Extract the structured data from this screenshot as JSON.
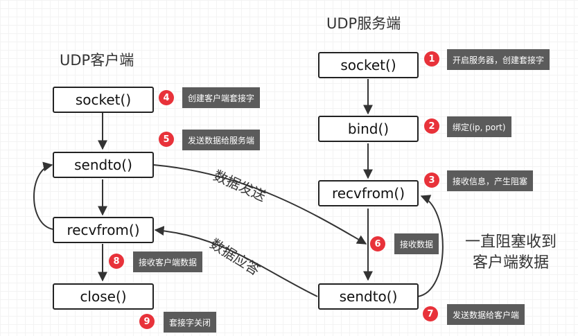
{
  "client": {
    "title": "UDP客户端",
    "boxes": {
      "socket": "socket()",
      "sendto": "sendto()",
      "recvfrom": "recvfrom()",
      "close": "close()"
    }
  },
  "server": {
    "title": "UDP服务端",
    "boxes": {
      "socket": "socket()",
      "bind": "bind()",
      "recvfrom": "recvfrom()",
      "sendto": "sendto()"
    }
  },
  "steps": [
    {
      "num": "1",
      "text": "开启服务器，创建套接字"
    },
    {
      "num": "2",
      "text": "绑定(ip, port)"
    },
    {
      "num": "3",
      "text": "接收信息，产生阻塞"
    },
    {
      "num": "4",
      "text": "创建客户端套接字"
    },
    {
      "num": "5",
      "text": "发送数据给服务端"
    },
    {
      "num": "6",
      "text": "接收数据"
    },
    {
      "num": "7",
      "text": "发送数据给客户端"
    },
    {
      "num": "8",
      "text": "接收客户端数据"
    },
    {
      "num": "9",
      "text": "套接字关闭"
    }
  ],
  "labels": {
    "send": "数据发送",
    "reply": "数据应答",
    "block_line1": "一直阻塞收到",
    "block_line2": "客户端数据"
  },
  "colors": {
    "badge": "#e8323a",
    "note": "#5b5b5b",
    "line": "#333333"
  }
}
